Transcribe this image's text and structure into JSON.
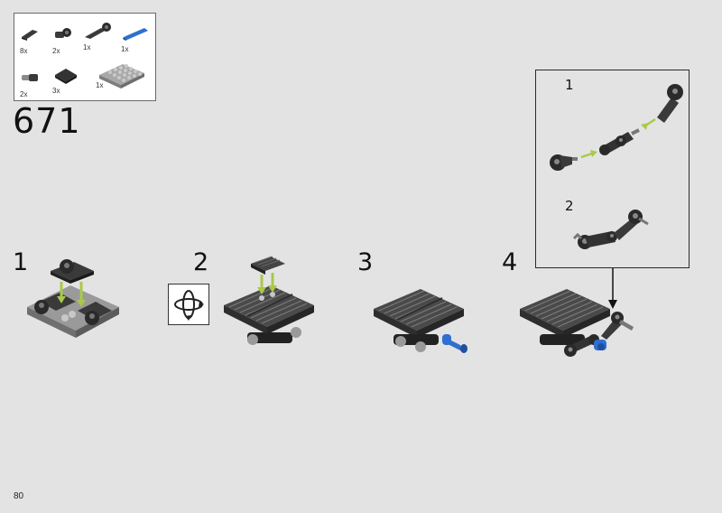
{
  "instruction_step": "671",
  "page_number": "80",
  "parts_list": [
    {
      "qty": "8x",
      "icon": "pin-connector-dark-gray"
    },
    {
      "qty": "2x",
      "icon": "axle-connector-dark-gray"
    },
    {
      "qty": "1x",
      "icon": "beam-connector-dark-gray"
    },
    {
      "qty": "1x",
      "icon": "pin-blue"
    },
    {
      "qty": "2x",
      "icon": "bush-connector-gray"
    },
    {
      "qty": "3x",
      "icon": "angled-plate-dark-gray"
    },
    {
      "qty": "1x",
      "icon": "plate-4x4-gray"
    }
  ],
  "steps": [
    {
      "number": "1"
    },
    {
      "number": "2"
    },
    {
      "number": "3"
    },
    {
      "number": "4"
    }
  ],
  "callout": {
    "substeps": [
      {
        "number": "1"
      },
      {
        "number": "2"
      }
    ]
  },
  "colors": {
    "background": "#e3e3e3",
    "dark_part": "#3a3a3a",
    "light_part": "#9a9a9a",
    "blue_part": "#2f6fd0",
    "arrow_green": "#a9c94a"
  },
  "rotate_icon": "rotate-model-icon"
}
